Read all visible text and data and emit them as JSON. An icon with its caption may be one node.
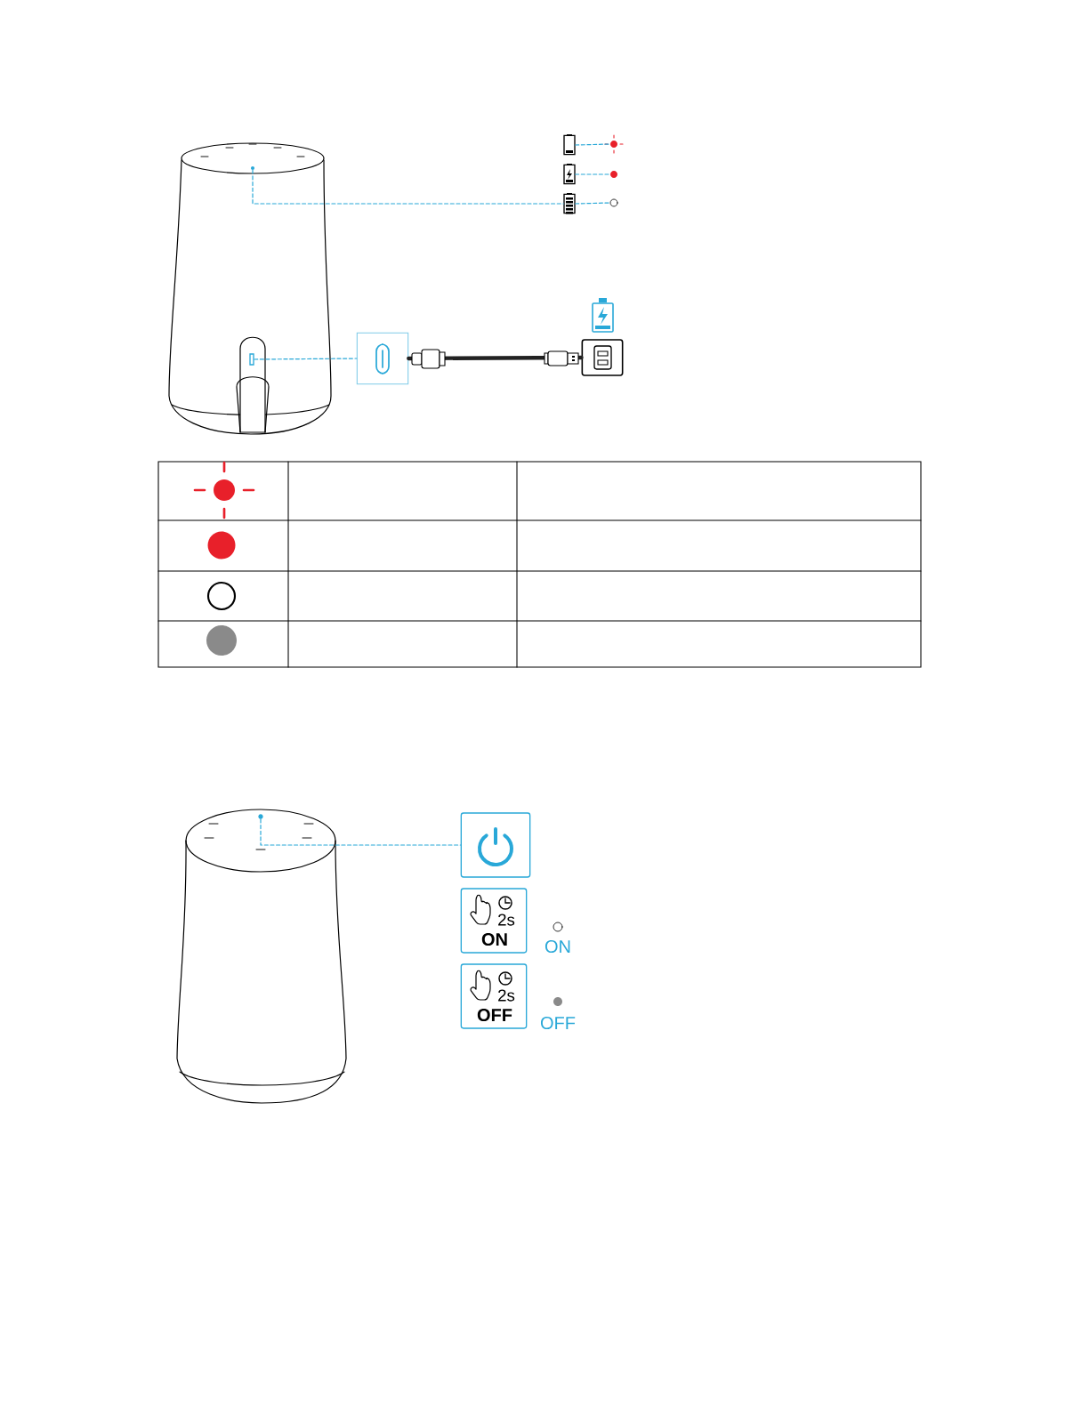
{
  "diagram": {
    "nodes": [
      {
        "text": [],
        "shape": "circle"
      },
      {
        "text": [],
        "shape": "battery"
      },
      {
        "text": [],
        "shape": "battery"
      },
      {
        "text": [],
        "shape": "battery"
      },
      {
        "text": [],
        "shape": "circle"
      },
      {
        "text": [],
        "shape": "circle"
      },
      {
        "text": [],
        "shape": "circle"
      },
      {
        "text": [],
        "shape": "box"
      },
      {
        "text": [],
        "shape": "box"
      },
      {
        "text": [],
        "shape": "box"
      },
      {
        "text": [],
        "shape": "circle"
      },
      {
        "text": [],
        "shape": "box"
      },
      {
        "text": [
          "2s",
          "ON"
        ]
      },
      {
        "text": [
          "2s",
          "OFF"
        ]
      }
    ],
    "edges": [
      {
        "from": 0,
        "to": 3,
        "arrow": "none",
        "style": "dashed"
      },
      {
        "from": 1,
        "to": 4,
        "arrow": "none",
        "style": "dashed"
      },
      {
        "from": 2,
        "to": 5,
        "arrow": "none",
        "style": "dashed"
      },
      {
        "from": 3,
        "to": 6,
        "arrow": "none",
        "style": "dashed"
      },
      {
        "from": 7,
        "to": 8,
        "arrow": "none",
        "style": "dashed"
      },
      {
        "from": 8,
        "to": 9,
        "arrow": "none",
        "style": "thick",
        "color": "#222222"
      },
      {
        "from": 10,
        "to": 11,
        "arrow": "none",
        "style": "dashed"
      }
    ],
    "labels": [
      "ON",
      "OFF"
    ]
  }
}
